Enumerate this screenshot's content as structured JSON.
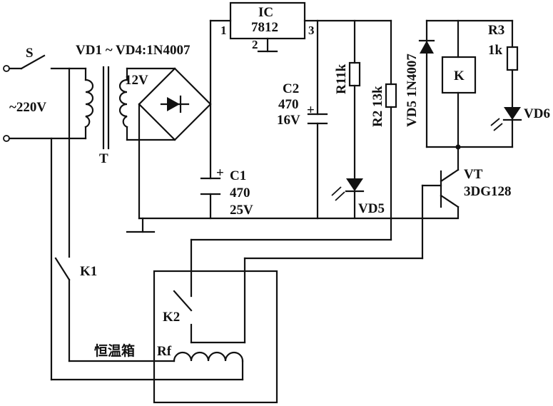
{
  "labels": {
    "switch_s": "S",
    "mains": "~220V",
    "transformer": "T",
    "diodes": "VD1 ~ VD4:1N4007",
    "secondary_voltage": "12V",
    "ic_name": "IC",
    "ic_part": "7812",
    "ic_pin1": "1",
    "ic_pin2": "2",
    "ic_pin3": "3",
    "c1_name": "C1",
    "c1_value": "470",
    "c1_voltage": "25V",
    "c2_name": "C2",
    "c2_value": "470",
    "c2_voltage": "16V",
    "plus": "+",
    "r1": "R11k",
    "r2": "R2 13k",
    "vd5_led": "VD5",
    "vd5_diode": "VD5 1N4007",
    "relay": "K",
    "r3_name": "R3",
    "r3_value": "1k",
    "vd6": "VD6",
    "vt_name": "VT",
    "vt_part": "3DG128",
    "k1": "K1",
    "k2": "K2",
    "box_name": "恒温箱",
    "heater": "Rf"
  }
}
